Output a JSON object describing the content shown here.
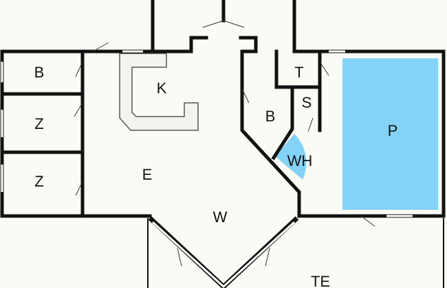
{
  "title": "Floor plan",
  "rooms": {
    "bedroom_1": "B",
    "room_z1": "Z",
    "room_z2": "Z",
    "kitchen": "K",
    "dining": "E",
    "living": "W",
    "bathroom": "B",
    "toilet": "T",
    "storage": "S",
    "whirlpool": "WH",
    "pool": "P",
    "terrace": "TE"
  },
  "colors": {
    "water": "#82d3f5",
    "wall": "#111111",
    "floor": "#fbfbf6"
  }
}
